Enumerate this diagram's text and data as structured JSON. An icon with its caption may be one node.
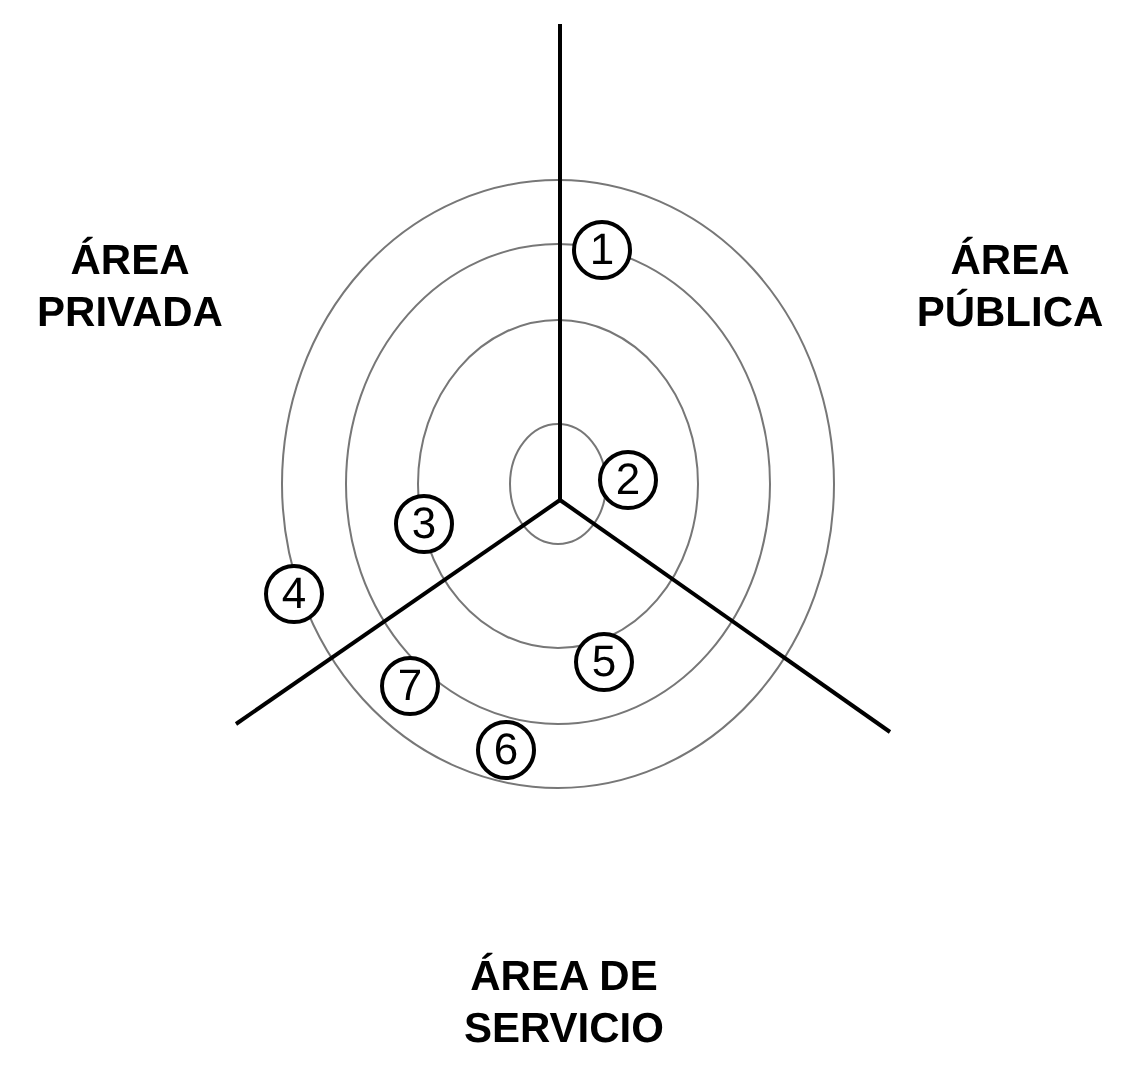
{
  "diagram": {
    "nodes": [
      {
        "text": [
          "1"
        ]
      },
      {
        "text": [
          "2"
        ]
      },
      {
        "text": [
          "3"
        ]
      },
      {
        "text": [
          "4"
        ]
      },
      {
        "text": [
          "5"
        ]
      },
      {
        "text": [
          "7"
        ]
      },
      {
        "text": [
          "6"
        ]
      }
    ],
    "labels": [
      "ÁREA PRIVADA",
      "ÁREA PÚBLICA",
      "ÁREA DE SERVICIO"
    ]
  }
}
